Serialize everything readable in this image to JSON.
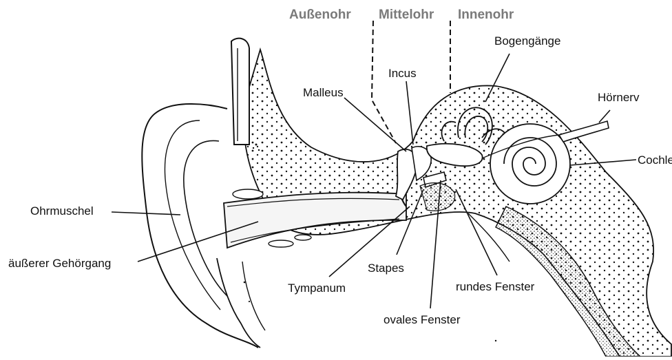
{
  "sections": {
    "outer": "Außenohr",
    "middle": "Mittelohr",
    "inner": "Innenohr"
  },
  "labels": {
    "bogengaenge": "Bogengänge",
    "incus": "Incus",
    "malleus": "Malleus",
    "hoernerv": "Hörnerv",
    "cochlea": "Cochlea",
    "ohrmuschel": "Ohrmuschel",
    "gehoergang": "äußerer Gehörgang",
    "stapes": "Stapes",
    "tympanum": "Tympanum",
    "rundes_fenster": "rundes Fenster",
    "ovales_fenster": "ovales Fenster"
  }
}
